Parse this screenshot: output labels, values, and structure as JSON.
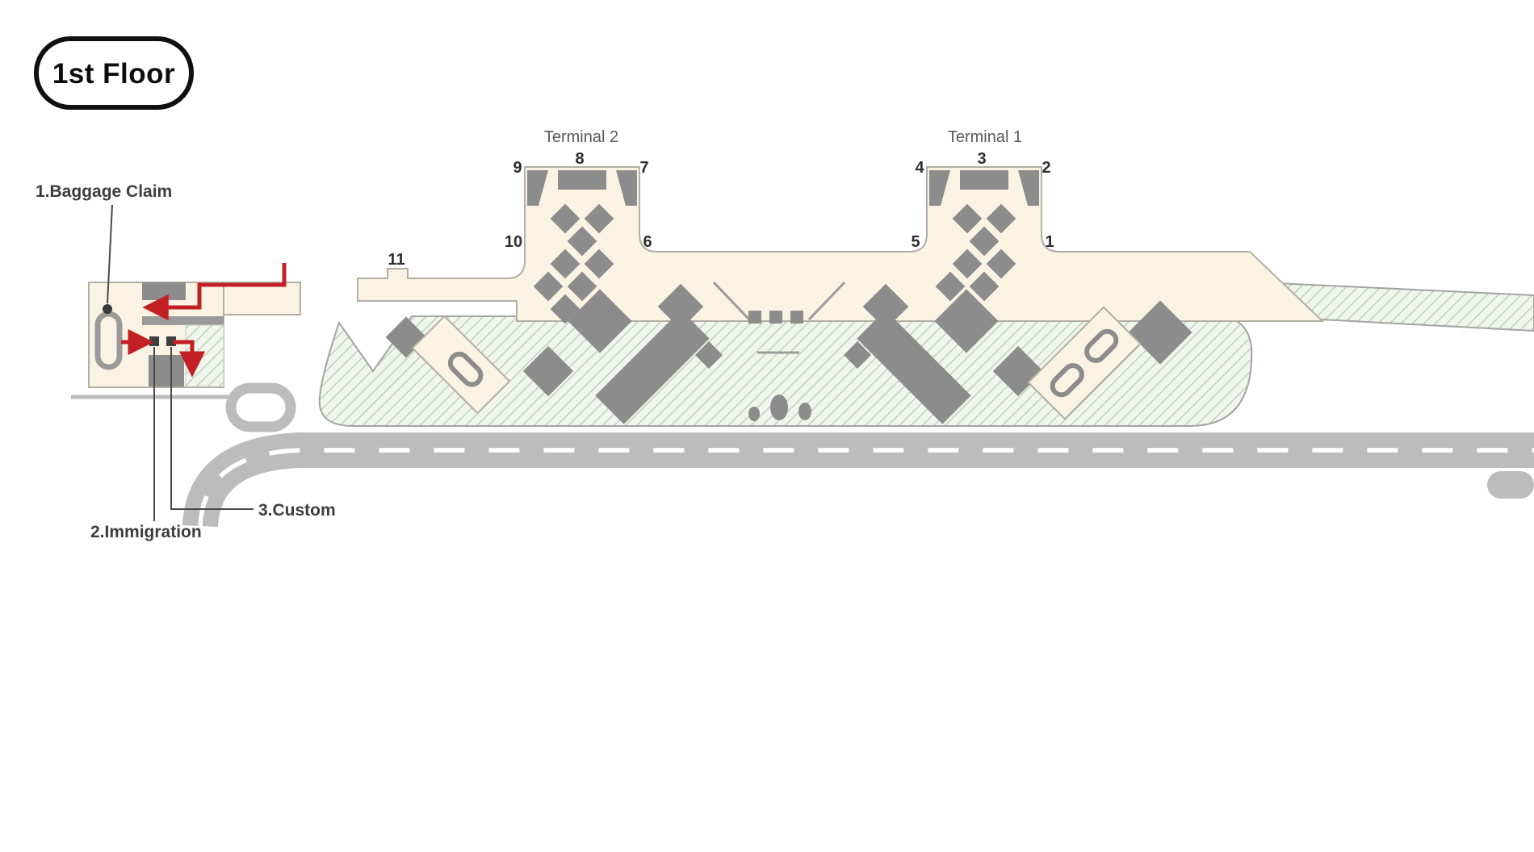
{
  "floor_badge": {
    "label": "1st Floor"
  },
  "terminals": {
    "terminal2": {
      "label": "Terminal 2"
    },
    "terminal1": {
      "label": "Terminal 1"
    }
  },
  "gates": {
    "g1": "1",
    "g2": "2",
    "g3": "3",
    "g4": "4",
    "g5": "5",
    "g6": "6",
    "g7": "7",
    "g8": "8",
    "g9": "9",
    "g10": "10",
    "g11": "11"
  },
  "legend": {
    "baggage_claim": "1.Baggage Claim",
    "immigration": "2.Immigration",
    "custom": "3.Custom"
  },
  "colors": {
    "building_fill": "#faf3e4",
    "building_stroke": "#b3aea3",
    "structure_gray": "#8c8c8c",
    "road_gray": "#bcbcbc",
    "hatch_green_stripe": "#b7ccb2",
    "flow_red": "#c32026"
  }
}
